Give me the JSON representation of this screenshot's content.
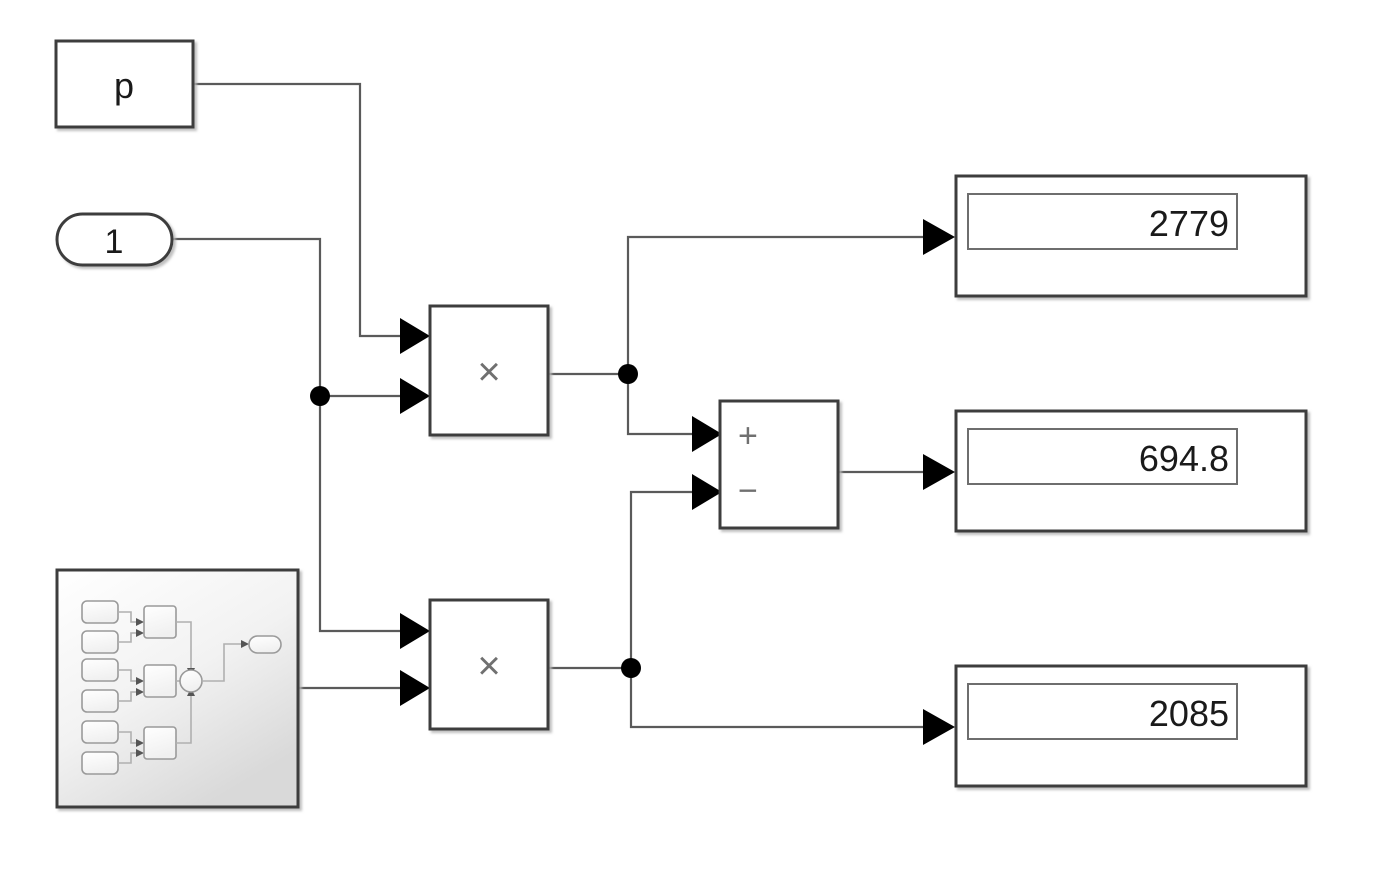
{
  "diagram": {
    "title": "Simulink Block Diagram",
    "background_color": "#ffffff",
    "wire_color": "#5a5a5a",
    "block_border_color": "#3c3c3c",
    "symbol_color": "#707070"
  },
  "blocks": {
    "constant_p": {
      "label": "p",
      "type": "constant",
      "shape": "rectangle"
    },
    "inport_1": {
      "label": "1",
      "type": "inport",
      "shape": "rounded-pill"
    },
    "subsystem": {
      "label": "",
      "type": "subsystem",
      "shape": "thumbnail-preview"
    },
    "product_upper": {
      "symbol": "×",
      "type": "product",
      "inputs": 2
    },
    "product_lower": {
      "symbol": "×",
      "type": "product",
      "inputs": 2
    },
    "sum": {
      "type": "sum",
      "input_signs": [
        "+",
        "−"
      ]
    }
  },
  "displays": [
    {
      "name": "display-top",
      "value": "2779"
    },
    {
      "name": "display-middle",
      "value": "694.8"
    },
    {
      "name": "display-bottom",
      "value": "2085"
    }
  ],
  "icons": {
    "multiply": "multiply-icon",
    "plus": "plus-icon",
    "minus": "minus-icon",
    "subsystem": "subsystem-thumbnail-icon"
  }
}
